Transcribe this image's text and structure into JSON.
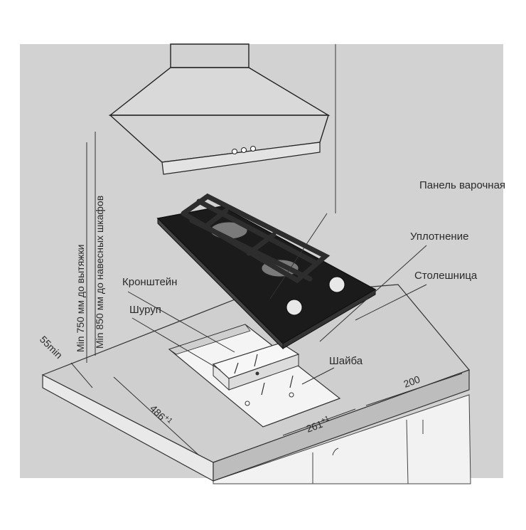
{
  "labels": {
    "hob_panel": "Панель варочная",
    "seal": "Уплотнение",
    "countertop": "Столешница",
    "bracket": "Кронштейн",
    "screw": "Шуруп",
    "washer": "Шайба"
  },
  "dimensions": {
    "height_hood": "Min 750 мм до вытяжки",
    "height_cabinets": "Min 850 мм до навесных шкафов",
    "edge_gap": "55min",
    "cutout_depth": "486",
    "cutout_depth_tol": "+1",
    "cutout_width": "261",
    "cutout_width_tol": "+1",
    "side_gap": "200"
  },
  "colors": {
    "wall": "#d2d2d2",
    "countertop_top": "#cfcfcf",
    "hob_glass": "#1b1b1b",
    "line": "#2b2b2b"
  }
}
